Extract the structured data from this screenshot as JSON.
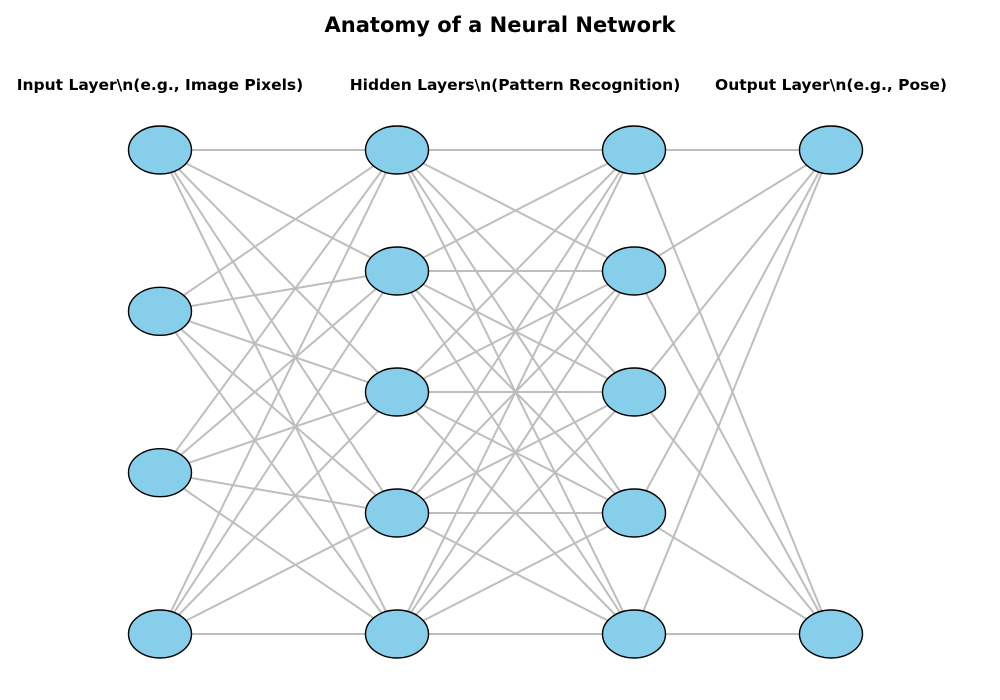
{
  "title": "Anatomy of a Neural Network",
  "layers": [
    {
      "label": "Input Layer\\n(e.g., Image Pixels)",
      "neurons": 4
    },
    {
      "label": "Hidden Layers\\n(Pattern Recognition)",
      "neurons": 5
    },
    {
      "label": "",
      "neurons": 5
    },
    {
      "label": "Output Layer\\n(e.g., Pose)",
      "neurons": 2
    }
  ],
  "colors": {
    "neuron_fill": "#87CEEB",
    "neuron_stroke": "#000000",
    "connection": "#BEBEBE",
    "text": "#000000"
  }
}
